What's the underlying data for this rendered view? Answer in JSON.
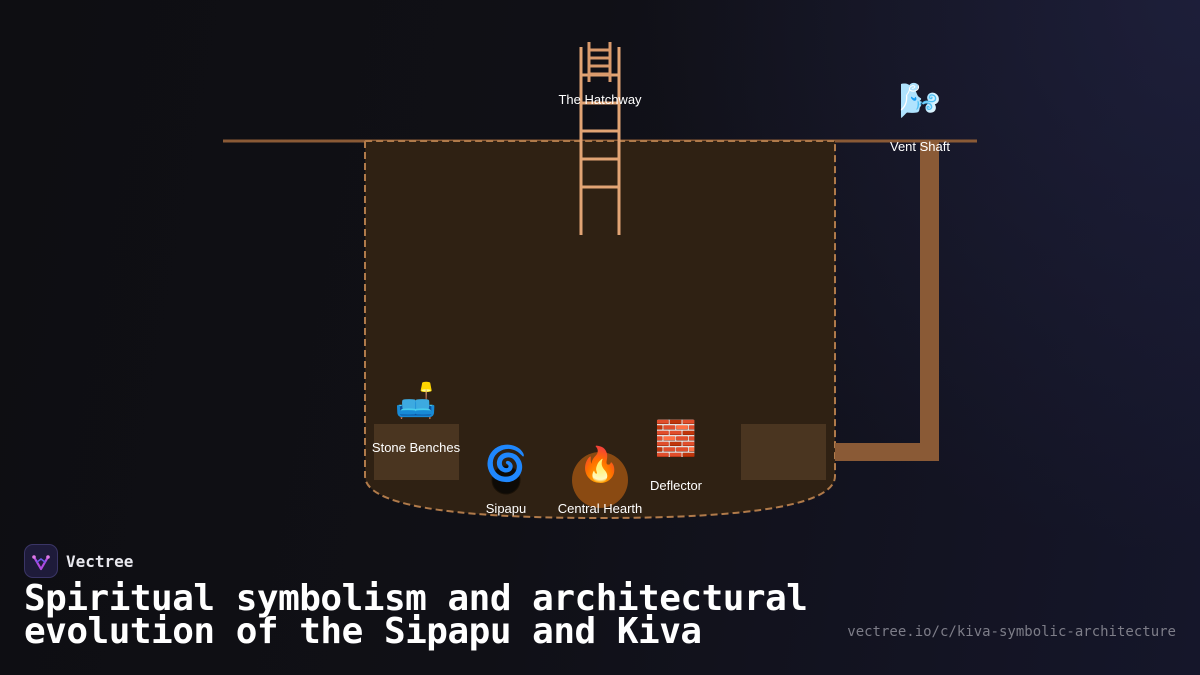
{
  "diagram": {
    "labels": {
      "hatchway": "The Hatchway",
      "vent_shaft": "Vent Shaft",
      "stone_benches": "Stone Benches",
      "sipapu": "Sipapu",
      "central_hearth": "Central Hearth",
      "deflector": "Deflector"
    },
    "icons": {
      "hatchway": "ladder-icon",
      "vent_shaft": "wind-icon",
      "stone_benches": "couch-icon",
      "sipapu": "spiral-icon",
      "central_hearth": "fire-icon",
      "deflector": "brick-icon"
    },
    "glyphs": {
      "vent_shaft": "🌬️",
      "stone_benches": "🛋️",
      "sipapu": "🌀",
      "central_hearth": "🔥",
      "deflector": "🧱"
    },
    "colors": {
      "ground": "#8a5a36",
      "chamber_fill": "#2f2113",
      "chamber_border": "#b07a4a",
      "bench_fill": "#4a3520",
      "ladder": "#e2a474",
      "hearth": "#8a4a12",
      "shaft": "#8a5a36"
    }
  },
  "footer": {
    "brand": "Vectree",
    "title": "Spiritual symbolism and architectural evolution of the Sipapu and Kiva",
    "url": "vectree.io/c/kiva-symbolic-architecture"
  }
}
